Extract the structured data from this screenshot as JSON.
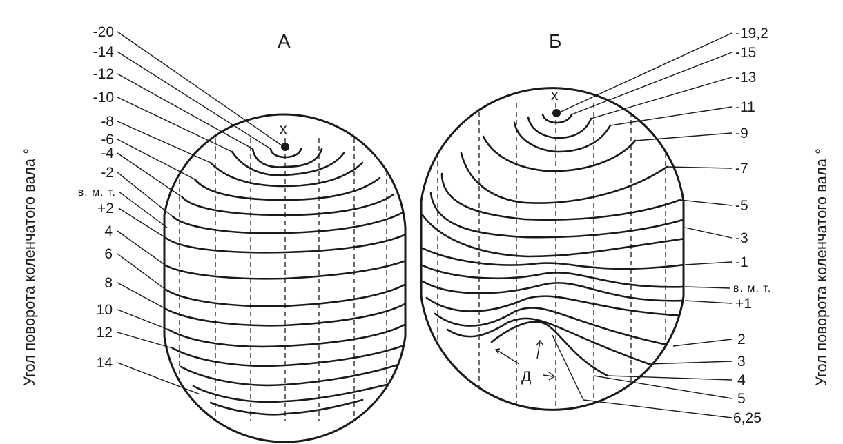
{
  "axis_title": "Угол поворота коленчатого вала °",
  "diagram_a": {
    "title": "А",
    "point_label": "х",
    "labels": [
      "-20",
      "-14",
      "-12",
      "-10",
      "-8",
      "-6",
      "-4",
      "-2",
      "в. м. т.",
      "+2",
      "4",
      "6",
      "8",
      "10",
      "12",
      "14"
    ]
  },
  "diagram_b": {
    "title": "Б",
    "point_label": "х",
    "zone_label": "Д",
    "labels": [
      "-19,2",
      "-15",
      "-13",
      "-11",
      "-9",
      "-7",
      "-5",
      "-3",
      "-1",
      "в. м. т.",
      "+1",
      "2",
      "3",
      "4",
      "5",
      "6,25"
    ]
  }
}
